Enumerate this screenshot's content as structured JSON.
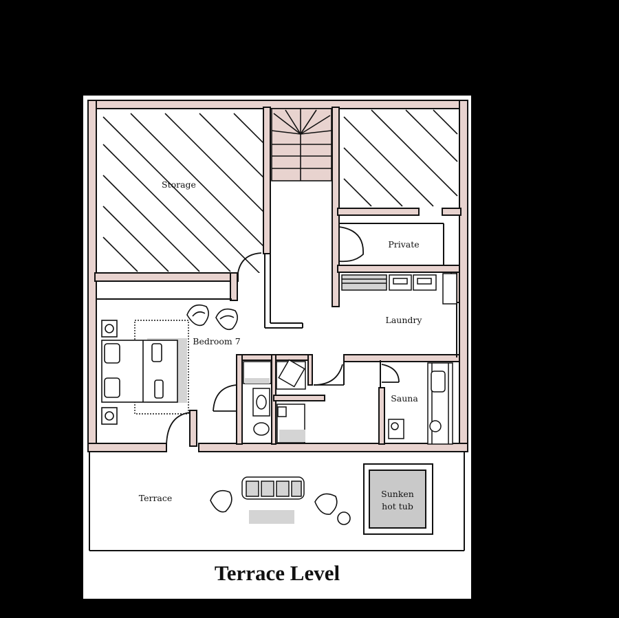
{
  "title": "Terrace Level",
  "rooms": {
    "storage": "Storage",
    "private": "Private",
    "laundry": "Laundry",
    "bedroom": "Bedroom 7",
    "sauna": "Sauna",
    "terrace": "Terrace",
    "hot_tub_line1": "Sunken",
    "hot_tub_line2": "hot tub"
  },
  "colors": {
    "background": "#000000",
    "paper": "#ffffff",
    "wall_fill": "#e8d3cf",
    "line": "#111111",
    "furniture_shadow": "#d4d4d4",
    "hot_tub_water": "#c9c9c9"
  }
}
